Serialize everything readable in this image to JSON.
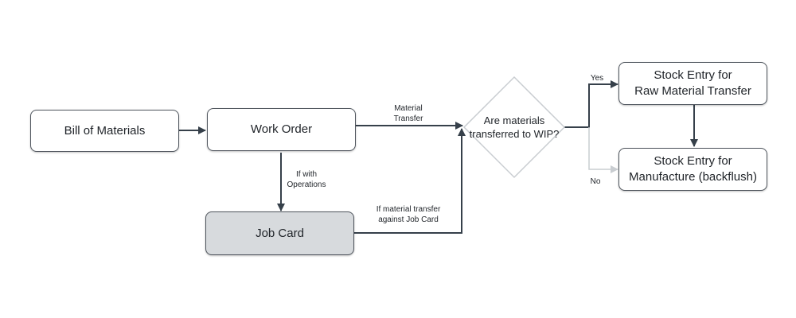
{
  "nodes": {
    "bom": "Bill of Materials",
    "work_order": "Work Order",
    "job_card": "Job Card",
    "decision_line1": "Are materials",
    "decision_line2": "transferred to WIP?",
    "stock_raw_line1": "Stock Entry for",
    "stock_raw_line2": "Raw Material Transfer",
    "stock_mfg_line1": "Stock Entry for",
    "stock_mfg_line2": "Manufacture (backflush)"
  },
  "edge_labels": {
    "material_transfer_line1": "Material",
    "material_transfer_line2": "Transfer",
    "if_with_line1": "If with",
    "if_with_line2": "Operations",
    "job_card_transfer_line1": "If material transfer",
    "job_card_transfer_line2": "against Job Card",
    "yes": "Yes",
    "no": "No"
  },
  "colors": {
    "line": "#36404a",
    "line_muted": "#c9cdd1",
    "job_card_fill": "#d7dadd"
  }
}
